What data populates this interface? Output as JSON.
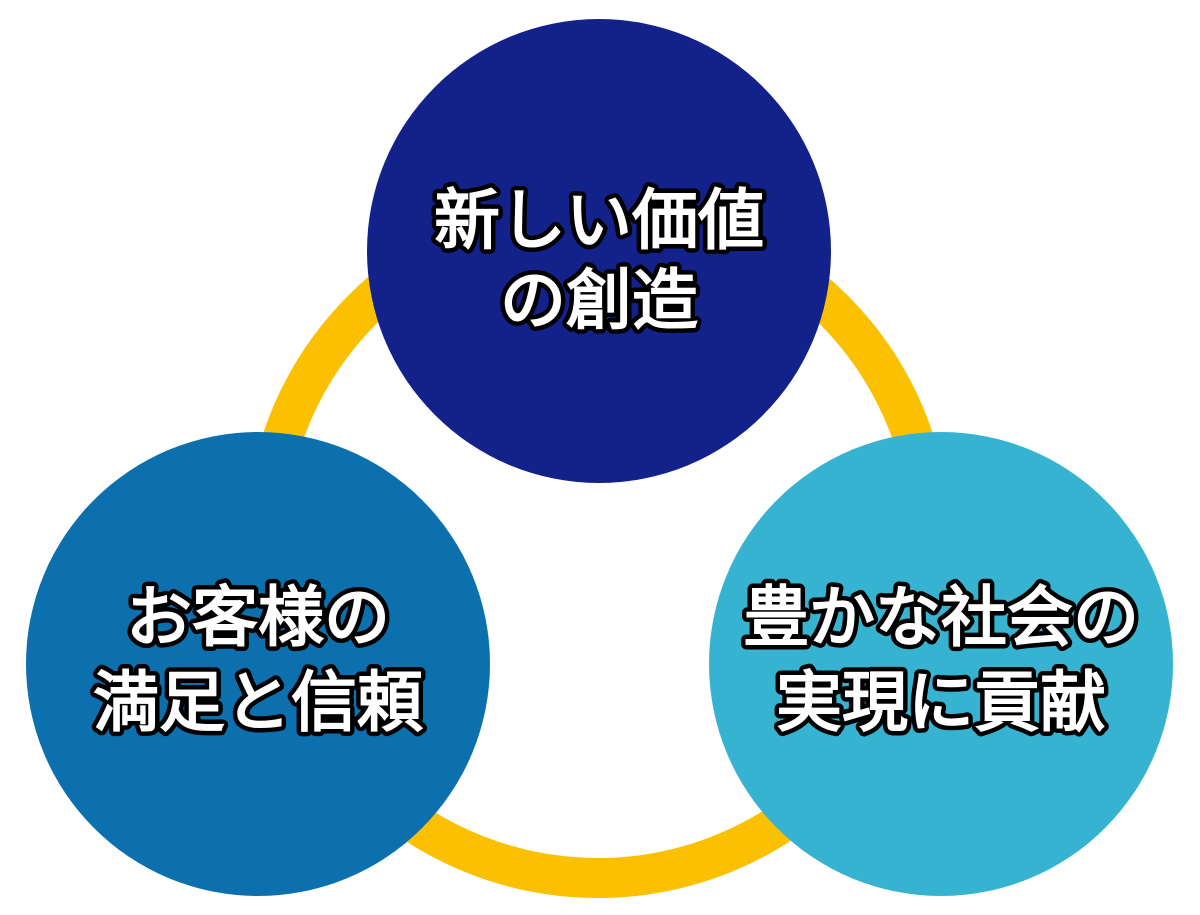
{
  "diagram": {
    "ring_color": "#fbc100",
    "nodes": [
      {
        "id": "top",
        "line1": "新しい価値",
        "line2": "の創造",
        "color": "#13218a"
      },
      {
        "id": "left",
        "line1": "お客様の",
        "line2": "満足と信頼",
        "color": "#0b70ad"
      },
      {
        "id": "right",
        "line1": "豊かな社会の",
        "line2": "実現に貢献",
        "color": "#36b3d1"
      }
    ]
  }
}
